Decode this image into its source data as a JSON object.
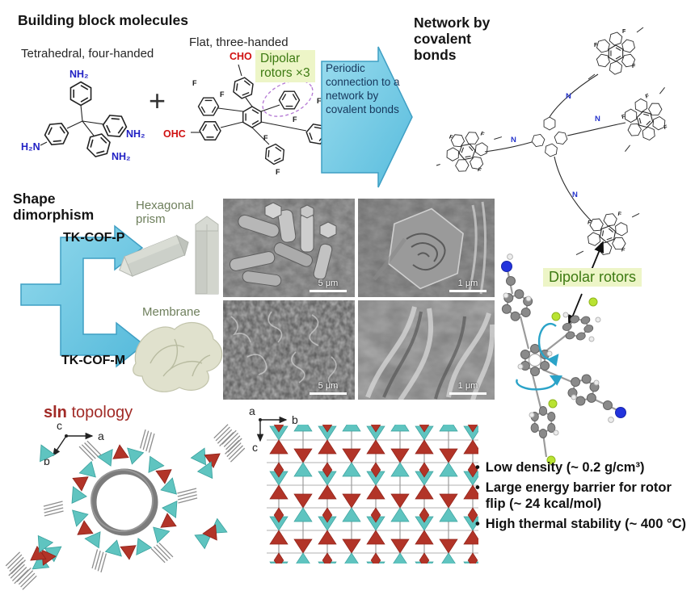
{
  "palette": {
    "arrow_fill": "#7ecfe5",
    "arrow_stroke": "#3f9fc4",
    "arrow_text": "#16375c",
    "tag_bg": "#edf5c7",
    "tag_green": "#3d7a12",
    "caption_green": "#6e7f5c",
    "aldehyde_red": "#d01010",
    "amine_blue": "#2121c4",
    "imine_blue": "#2635cc",
    "sln_red": "#a12a26",
    "topology_teal": "#5fc4c0",
    "topology_red": "#b23428",
    "fluorine_green": "#b9e332",
    "nitrogen_blue": "#2233dd"
  },
  "headings": {
    "building_blocks": "Building block molecules",
    "network": "Network by covalent bonds",
    "shape_dimorphism": "Shape dimorphism",
    "sln_bold": "sln",
    "sln_rest": " topology"
  },
  "building_blocks": {
    "tetrahedral_caption": "Tetrahedral, four-handed",
    "flat_caption": "Flat, three-handed",
    "plus": "+",
    "rotor_tag_line1": "Dipolar",
    "rotor_tag_line2": "rotors ×3"
  },
  "atoms": {
    "NH2": "NH₂",
    "H2N": "H₂N",
    "CHO": "CHO",
    "OHC": "OHC",
    "F": "F",
    "N": "N"
  },
  "process_arrow": {
    "text": "Periodic connection to a network by covalent bonds"
  },
  "shape": {
    "p": "TK-COF-P",
    "m": "TK-COF-M",
    "prism_caption": "Hexagonal prism",
    "membrane_caption": "Membrane"
  },
  "sem": {
    "scale_tl": "5 μm",
    "scale_tr": "1 μm",
    "scale_bl": "5 μm",
    "scale_br": "1 μm"
  },
  "rotors": {
    "label": "Dipolar rotors"
  },
  "axes_left": {
    "up": "c",
    "right": "a",
    "down": "b"
  },
  "axes_right": {
    "origin": "a",
    "right": "b",
    "down": "c"
  },
  "properties": {
    "glyph": "•",
    "items": [
      "Low density (~ 0.2 g/cm³)",
      "Large energy barrier for rotor flip (~ 24 kcal/mol)",
      "High thermal stability (~ 400 °C)"
    ]
  }
}
